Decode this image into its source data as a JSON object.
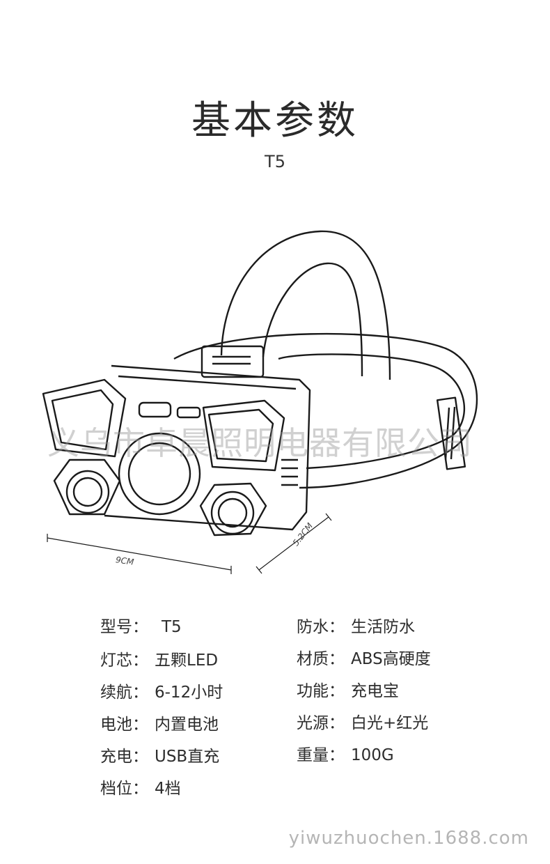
{
  "title": "基本参数",
  "model": "T5",
  "watermark": "义乌市卓晨照明电器有限公司",
  "dimensions": {
    "width": "9CM",
    "depth": "5.2CM"
  },
  "specs_left": [
    {
      "label": "型号：",
      "value": "T5"
    },
    {
      "label": "灯芯：",
      "value": "五颗LED"
    },
    {
      "label": "续航：",
      "value": "6-12小时"
    },
    {
      "label": "电池：",
      "value": "内置电池"
    },
    {
      "label": "充电：",
      "value": "USB直充"
    },
    {
      "label": "档位：",
      "value": "4档"
    }
  ],
  "specs_right": [
    {
      "label": "防水：",
      "value": "生活防水"
    },
    {
      "label": "材质：",
      "value": "ABS高硬度"
    },
    {
      "label": "功能：",
      "value": "充电宝"
    },
    {
      "label": "光源：",
      "value": "白光+红光"
    },
    {
      "label": "重量：",
      "value": "100G"
    }
  ],
  "site": "yiwuzhuochen.1688.com"
}
